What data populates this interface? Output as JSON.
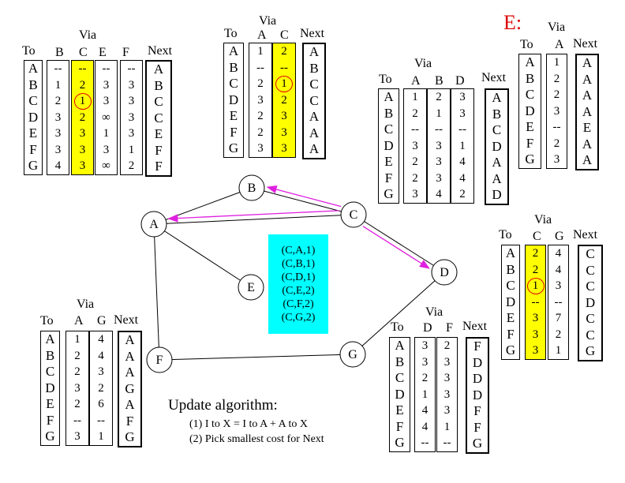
{
  "nodes": [
    "A",
    "B",
    "C",
    "D",
    "E",
    "F",
    "G"
  ],
  "edges": [
    [
      "A",
      "B"
    ],
    [
      "A",
      "C"
    ],
    [
      "A",
      "E"
    ],
    [
      "A",
      "F"
    ],
    [
      "C",
      "B"
    ],
    [
      "C",
      "D"
    ],
    [
      "D",
      "G"
    ],
    [
      "F",
      "G"
    ]
  ],
  "advertised": {
    "from": "C",
    "to": [
      "B",
      "A",
      "D"
    ],
    "arrow_color": "#e020e0"
  },
  "update_vector": {
    "bg_color": "#00ffff",
    "entries": [
      "(C,A,1)",
      "(C,B,1)",
      "(C,D,1)",
      "(C,E,2)",
      "(C,F,2)",
      "(C,G,2)"
    ]
  },
  "algorithm": {
    "title": "Update algorithm:",
    "step1": "(1) I to X = I to A + A to X",
    "step2": "(2) Pick smallest cost for Next"
  },
  "e_label": "E:",
  "labels": {
    "to": "To",
    "via": "Via",
    "next": "Next"
  },
  "tables": {
    "A": {
      "via": [
        "B",
        "C",
        "E",
        "F"
      ],
      "to": [
        "A",
        "B",
        "C",
        "D",
        "E",
        "F",
        "G"
      ],
      "cols": [
        [
          "--",
          "1",
          "2",
          "3",
          "3",
          "3",
          "4"
        ],
        [
          "--",
          "2",
          "1",
          "2",
          "3",
          "3",
          "3"
        ],
        [
          "--",
          "3",
          "3",
          "∞",
          "1",
          "3",
          "∞"
        ],
        [
          "--",
          "3",
          "3",
          "3",
          "3",
          "1",
          "2"
        ]
      ],
      "next": [
        "A",
        "B",
        "C",
        "C",
        "E",
        "F",
        "F"
      ],
      "highlight": 1,
      "circle": [
        1,
        2
      ]
    },
    "B": {
      "via": [
        "A",
        "C"
      ],
      "to": [
        "A",
        "B",
        "C",
        "D",
        "E",
        "F",
        "G"
      ],
      "cols": [
        [
          "1",
          "--",
          "2",
          "3",
          "2",
          "2",
          "3"
        ],
        [
          "2",
          "--",
          "1",
          "2",
          "3",
          "3",
          "3"
        ]
      ],
      "next": [
        "A",
        "B",
        "C",
        "C",
        "A",
        "A",
        "A"
      ],
      "highlight": 1,
      "circle": [
        1,
        2
      ]
    },
    "C": {
      "via": [
        "A",
        "B",
        "D"
      ],
      "to": [
        "A",
        "B",
        "C",
        "D",
        "E",
        "F",
        "G"
      ],
      "cols": [
        [
          "1",
          "2",
          "--",
          "3",
          "2",
          "2",
          "3"
        ],
        [
          "2",
          "1",
          "--",
          "3",
          "3",
          "3",
          "4"
        ],
        [
          "3",
          "3",
          "--",
          "1",
          "4",
          "4",
          "2"
        ]
      ],
      "next": [
        "A",
        "B",
        "C",
        "D",
        "A",
        "A",
        "D"
      ],
      "highlight": -1,
      "circle": null
    },
    "E": {
      "via": [
        "A"
      ],
      "to": [
        "A",
        "B",
        "C",
        "D",
        "E",
        "F",
        "G"
      ],
      "cols": [
        [
          "1",
          "2",
          "2",
          "3",
          "--",
          "2",
          "3"
        ]
      ],
      "next": [
        "A",
        "A",
        "A",
        "A",
        "E",
        "A",
        "A"
      ],
      "highlight": -1,
      "circle": null
    },
    "D": {
      "via": [
        "C",
        "G"
      ],
      "to": [
        "A",
        "B",
        "C",
        "D",
        "E",
        "F",
        "G"
      ],
      "cols": [
        [
          "2",
          "2",
          "1",
          "--",
          "3",
          "3",
          "3"
        ],
        [
          "4",
          "4",
          "3",
          "--",
          "7",
          "2",
          "1"
        ]
      ],
      "next": [
        "C",
        "C",
        "C",
        "D",
        "C",
        "C",
        "G"
      ],
      "highlight": 0,
      "circle": [
        0,
        2
      ]
    },
    "F": {
      "via": [
        "A",
        "G"
      ],
      "to": [
        "A",
        "B",
        "C",
        "D",
        "E",
        "F",
        "G"
      ],
      "cols": [
        [
          "1",
          "2",
          "2",
          "3",
          "2",
          "--",
          "3"
        ],
        [
          "4",
          "4",
          "3",
          "2",
          "6",
          "--",
          "1"
        ]
      ],
      "next": [
        "A",
        "A",
        "A",
        "G",
        "A",
        "F",
        "G"
      ],
      "highlight": -1,
      "circle": null
    },
    "G": {
      "via": [
        "D",
        "F"
      ],
      "to": [
        "A",
        "B",
        "C",
        "D",
        "E",
        "F",
        "G"
      ],
      "cols": [
        [
          "3",
          "3",
          "2",
          "1",
          "4",
          "4",
          "--"
        ],
        [
          "2",
          "3",
          "3",
          "3",
          "3",
          "1",
          "--"
        ]
      ],
      "next": [
        "F",
        "D",
        "D",
        "D",
        "F",
        "F",
        "G"
      ],
      "highlight": -1,
      "circle": null
    }
  }
}
